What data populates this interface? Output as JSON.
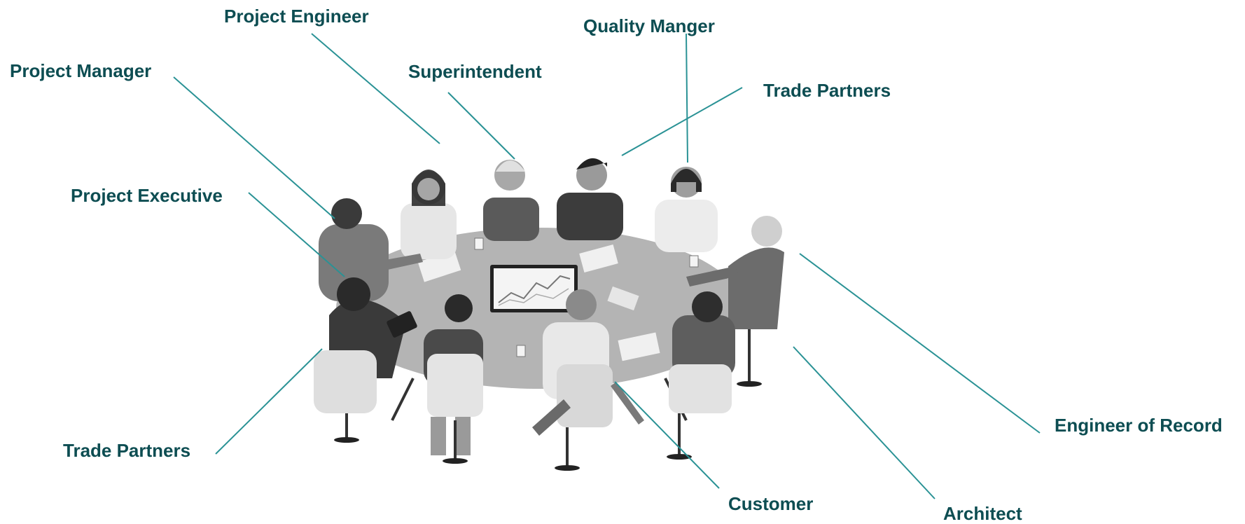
{
  "diagram": {
    "colors": {
      "label": "#0d4d52",
      "leader": "#2a9295",
      "figure_dark": "#4a4a4a",
      "figure_mid": "#8c8c8c",
      "figure_light": "#d2d2d2",
      "table": "#b4b4b4"
    },
    "illustration": "people-seated-around-meeting-table",
    "labels": [
      {
        "id": "project-engineer",
        "text": "Project Engineer"
      },
      {
        "id": "quality-manager",
        "text": "Quality Manger"
      },
      {
        "id": "project-manager",
        "text": "Project Manager"
      },
      {
        "id": "superintendent",
        "text": "Superintendent"
      },
      {
        "id": "trade-partners-top",
        "text": "Trade Partners"
      },
      {
        "id": "project-executive",
        "text": "Project Executive"
      },
      {
        "id": "engineer-of-record",
        "text": "Engineer of Record"
      },
      {
        "id": "trade-partners-bottom",
        "text": "Trade Partners"
      },
      {
        "id": "customer",
        "text": "Customer"
      },
      {
        "id": "architect",
        "text": "Architect"
      }
    ]
  }
}
